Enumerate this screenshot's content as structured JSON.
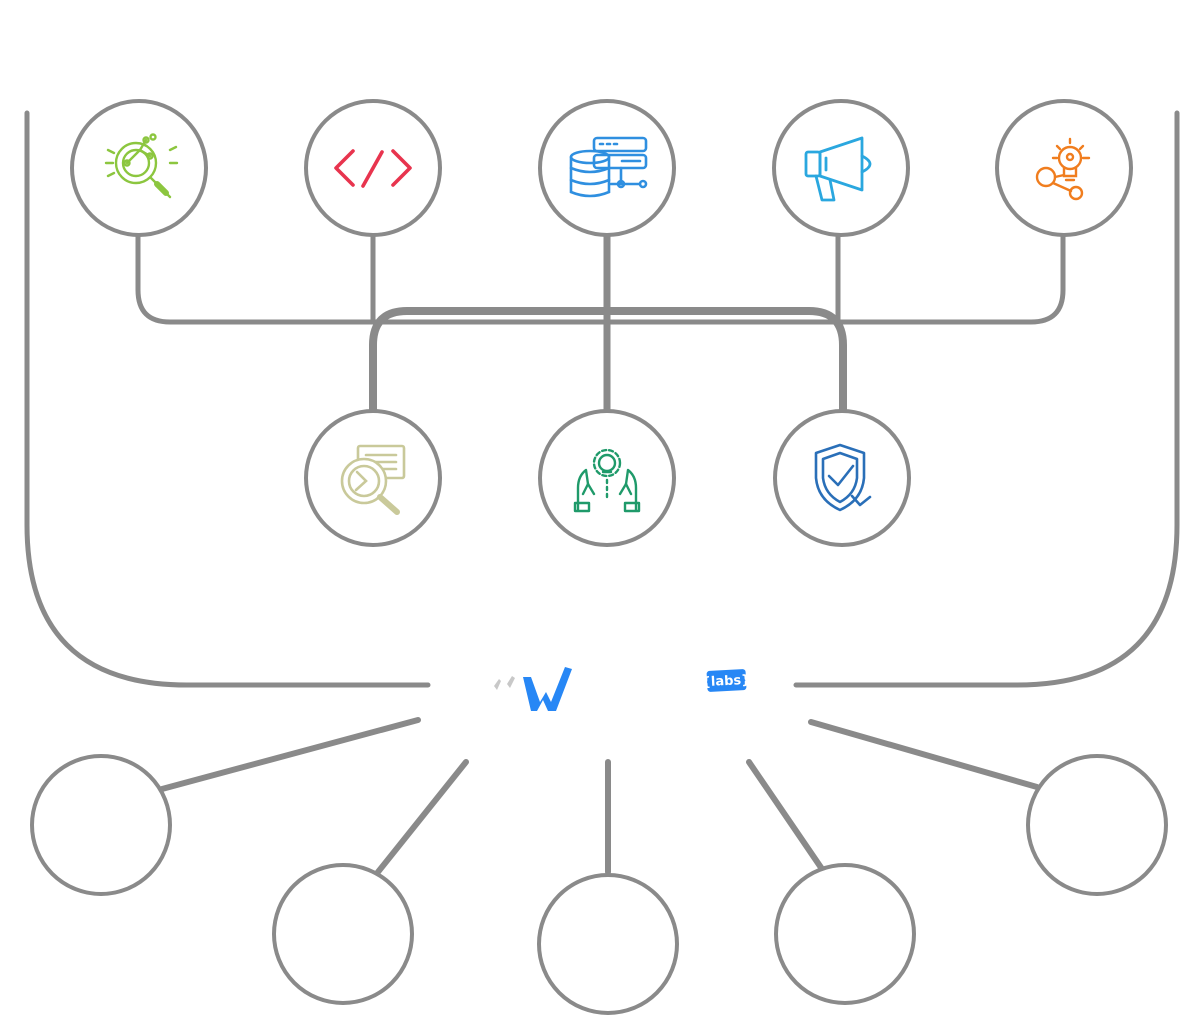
{
  "colors": {
    "line": "#8a8a8a",
    "analytics_icon": "#8cc63f",
    "code_icon": "#e8344e",
    "database_icon": "#2f8fe0",
    "megaphone_icon": "#2aa7df",
    "idea_network_icon": "#f07d1e",
    "process_search_icon": "#c9c99a",
    "innovation_icon": "#1f9a6a",
    "security_icon": "#2a6fb8",
    "logo_blue": "#2787f5",
    "labs_badge": "#2787f5"
  },
  "logos": {
    "labs_text": "{labs}"
  },
  "top_nodes": [
    {
      "icon": "analytics-search-icon"
    },
    {
      "icon": "code-brackets-icon"
    },
    {
      "icon": "database-server-icon"
    },
    {
      "icon": "megaphone-icon"
    },
    {
      "icon": "idea-network-icon"
    }
  ],
  "middle_nodes": [
    {
      "icon": "process-search-icon"
    },
    {
      "icon": "innovation-hands-icon"
    },
    {
      "icon": "security-shield-icon"
    }
  ],
  "bottom_nodes": [
    {
      "icon": "empty-node"
    },
    {
      "icon": "empty-node"
    },
    {
      "icon": "empty-node"
    },
    {
      "icon": "empty-node"
    },
    {
      "icon": "empty-node"
    }
  ]
}
